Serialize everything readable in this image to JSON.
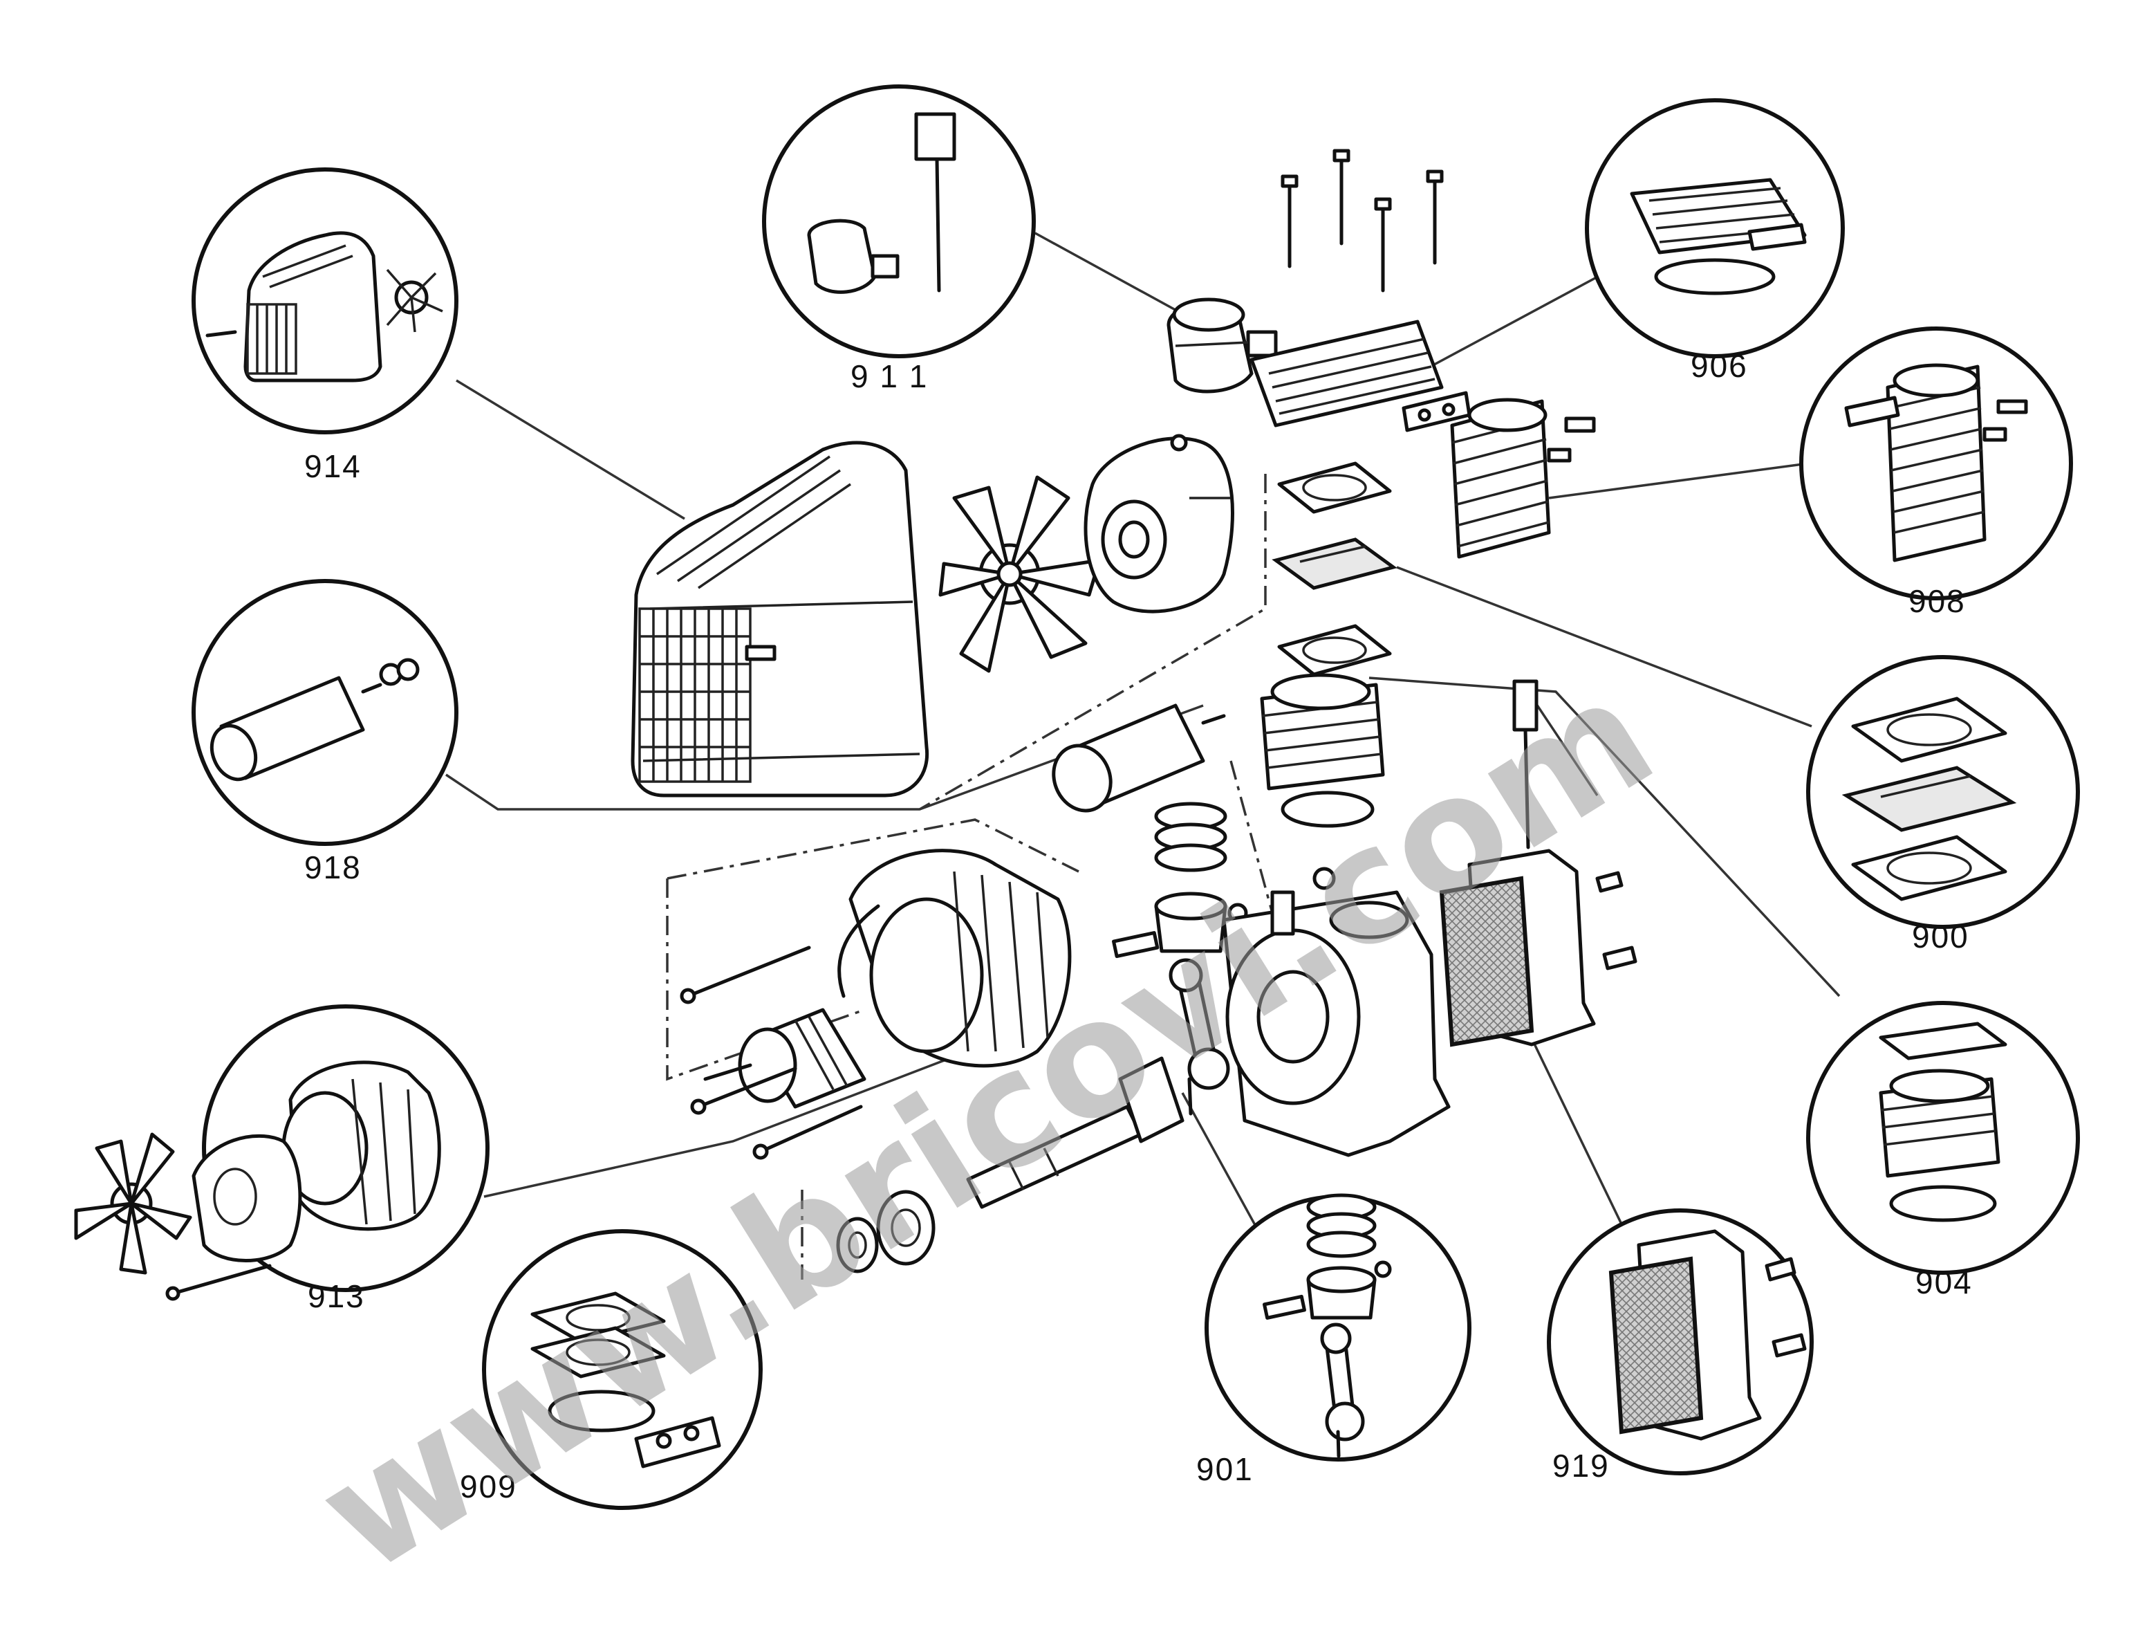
{
  "watermark": "www.bricovi.com",
  "callouts": [
    {
      "id": "911",
      "label": "9 1 1"
    },
    {
      "id": "906",
      "label": "906"
    },
    {
      "id": "914",
      "label": "914"
    },
    {
      "id": "908",
      "label": "908"
    },
    {
      "id": "918",
      "label": "918"
    },
    {
      "id": "900",
      "label": "900"
    },
    {
      "id": "904",
      "label": "904"
    },
    {
      "id": "913",
      "label": "913"
    },
    {
      "id": "909",
      "label": "909"
    },
    {
      "id": "901",
      "label": "901"
    },
    {
      "id": "919",
      "label": "919"
    }
  ]
}
